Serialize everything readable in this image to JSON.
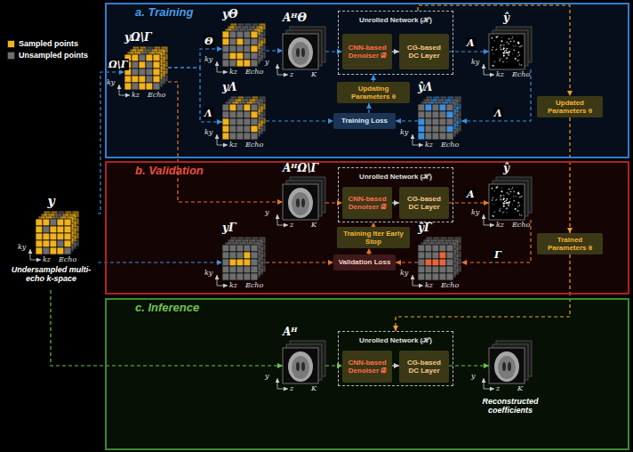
{
  "diagram": {
    "nodes": [
      {
        "text": [
          "a. Training"
        ]
      },
      {
        "text": [
          "b. Validation"
        ]
      },
      {
        "text": [
          "c. Inference"
        ]
      },
      {
        "text": [
          "y",
          "Undersampled multi-echo k-space"
        ]
      },
      {
        "text": [
          "yΩ\\Γ"
        ],
        "in": 0
      },
      {
        "text": [
          "yΘ"
        ],
        "in": 0
      },
      {
        "text": [
          "yΛ"
        ],
        "in": 0
      },
      {
        "text": [
          "AᴴΘ"
        ],
        "in": 0
      },
      {
        "text": [
          "Unrolled Network (ℋ)"
        ],
        "in": 0
      },
      {
        "text": [
          "CNN-based Denoiser 𝒟"
        ],
        "in": 8
      },
      {
        "text": [
          "CG-based DC Layer"
        ],
        "in": 8
      },
      {
        "text": [
          "ŷ"
        ],
        "in": 0
      },
      {
        "text": [
          "Updating Parameters θ"
        ],
        "in": 0
      },
      {
        "text": [
          "Training Loss"
        ],
        "in": 0
      },
      {
        "text": [
          "ŷΛ"
        ],
        "in": 0
      },
      {
        "text": [
          "Updated Parameters θ"
        ],
        "in": 0
      },
      {
        "text": [
          "AᴴΩ\\Γ"
        ],
        "in": 1
      },
      {
        "text": [
          "Unrolled Network (ℋ)"
        ],
        "in": 1
      },
      {
        "text": [
          "CNN-based Denoiser 𝒟"
        ],
        "in": 17
      },
      {
        "text": [
          "CG-based DC Layer"
        ],
        "in": 17
      },
      {
        "text": [
          "ŷ"
        ],
        "in": 1
      },
      {
        "text": [
          "Training Iter Early Stop"
        ],
        "in": 1
      },
      {
        "text": [
          "Trained Parameters θ"
        ],
        "in": 1
      },
      {
        "text": [
          "yΓ"
        ],
        "in": 1
      },
      {
        "text": [
          "Validation Loss"
        ],
        "in": 1
      },
      {
        "text": [
          "ŷΓ"
        ],
        "in": 1
      },
      {
        "text": [
          "Aᴴ"
        ],
        "in": 2
      },
      {
        "text": [
          "Unrolled Network (ℋ)"
        ],
        "in": 2
      },
      {
        "text": [
          "CNN-based Denoiser 𝒟"
        ],
        "in": 27
      },
      {
        "text": [
          "CG-based DC Layer"
        ],
        "in": 27
      },
      {
        "text": [
          "Reconstructed coefficients"
        ],
        "in": 2
      }
    ],
    "edges": [
      {
        "from": 3,
        "to": 4,
        "arrow": "to",
        "label": "Ω\\Γ"
      },
      {
        "from": 4,
        "to": 5,
        "arrow": "to",
        "label": "Θ"
      },
      {
        "from": 4,
        "to": 6,
        "arrow": "to",
        "label": "Λ"
      },
      {
        "from": 5,
        "to": 7,
        "arrow": "to"
      },
      {
        "from": 7,
        "to": 9,
        "arrow": "to"
      },
      {
        "from": 9,
        "to": 10,
        "arrow": "to"
      },
      {
        "from": 10,
        "to": 11,
        "arrow": "to",
        "label": "A"
      },
      {
        "from": 11,
        "to": 14,
        "arrow": "to",
        "label": "Λ"
      },
      {
        "from": 14,
        "to": 13,
        "arrow": "to"
      },
      {
        "from": 6,
        "to": 13,
        "arrow": "to"
      },
      {
        "from": 13,
        "to": 12,
        "arrow": "to"
      },
      {
        "from": 12,
        "to": 8,
        "arrow": "to"
      },
      {
        "from": 8,
        "to": 15,
        "arrow": "to"
      },
      {
        "from": 15,
        "to": 22,
        "arrow": "to"
      },
      {
        "from": 3,
        "to": 23,
        "arrow": "to"
      },
      {
        "from": 4,
        "to": 16,
        "arrow": "to"
      },
      {
        "from": 16,
        "to": 18,
        "arrow": "to"
      },
      {
        "from": 18,
        "to": 19,
        "arrow": "to"
      },
      {
        "from": 19,
        "to": 20,
        "arrow": "to",
        "label": "A"
      },
      {
        "from": 20,
        "to": 25,
        "arrow": "to",
        "label": "Γ"
      },
      {
        "from": 25,
        "to": 24,
        "arrow": "to"
      },
      {
        "from": 23,
        "to": 24,
        "arrow": "to"
      },
      {
        "from": 24,
        "to": 21,
        "arrow": "to"
      },
      {
        "from": 21,
        "to": 17,
        "arrow": "to"
      },
      {
        "from": 22,
        "to": 27,
        "arrow": "to"
      },
      {
        "from": 3,
        "to": 26,
        "arrow": "to"
      },
      {
        "from": 26,
        "to": 28,
        "arrow": "to"
      },
      {
        "from": 28,
        "to": 29,
        "arrow": "to"
      },
      {
        "from": 29,
        "to": 30,
        "arrow": "to"
      }
    ],
    "labels": [
      "ky",
      "kz",
      "Echo",
      "ky",
      "kz",
      "Echo",
      "ky",
      "kz",
      "Echo",
      "ky",
      "kz",
      "Echo",
      "y",
      "z",
      "K",
      "ky",
      "kz",
      "Echo",
      "ky",
      "kz",
      "Echo",
      "y",
      "z",
      "K",
      "ky",
      "kz",
      "Echo",
      "ky",
      "kz",
      "Echo",
      "ky",
      "kz",
      "Echo",
      "y",
      "z",
      "K",
      "y",
      "z",
      "K"
    ],
    "legend": [
      {
        "text": "Sampled points",
        "color": "#f2b21c"
      },
      {
        "text": "Unsampled points",
        "color": "#6e6e6e"
      }
    ]
  }
}
